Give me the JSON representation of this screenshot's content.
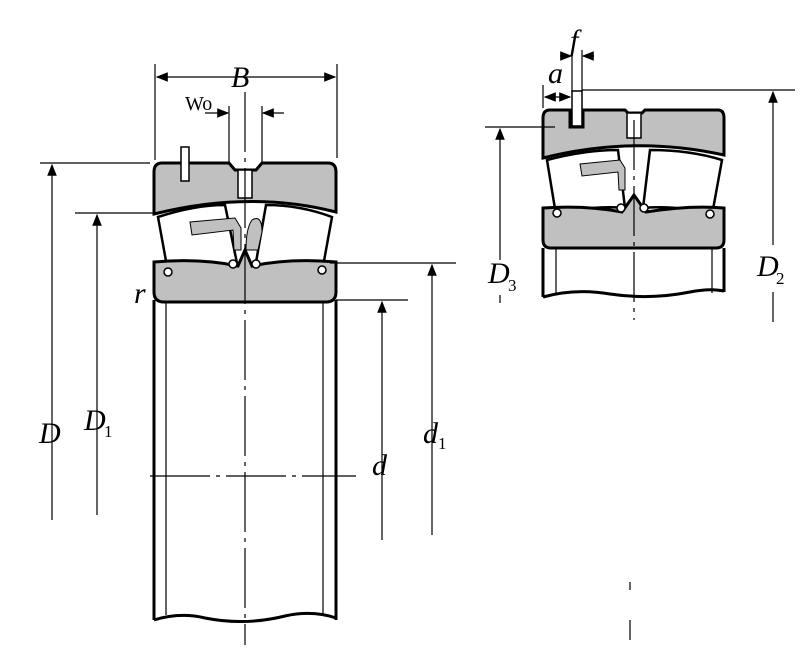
{
  "labels": {
    "B": "B",
    "Wo": "Wo",
    "r": "r",
    "D": "D",
    "D1_main": "D",
    "D1_sub": "1",
    "d": "d",
    "d1_main": "d",
    "d1_sub": "1",
    "a": "a",
    "f": "f",
    "D2_main": "D",
    "D2_sub": "2",
    "D3_main": "D",
    "D3_sub": "3"
  },
  "colors": {
    "ring": "#c0c0c0",
    "line": "#000000"
  }
}
